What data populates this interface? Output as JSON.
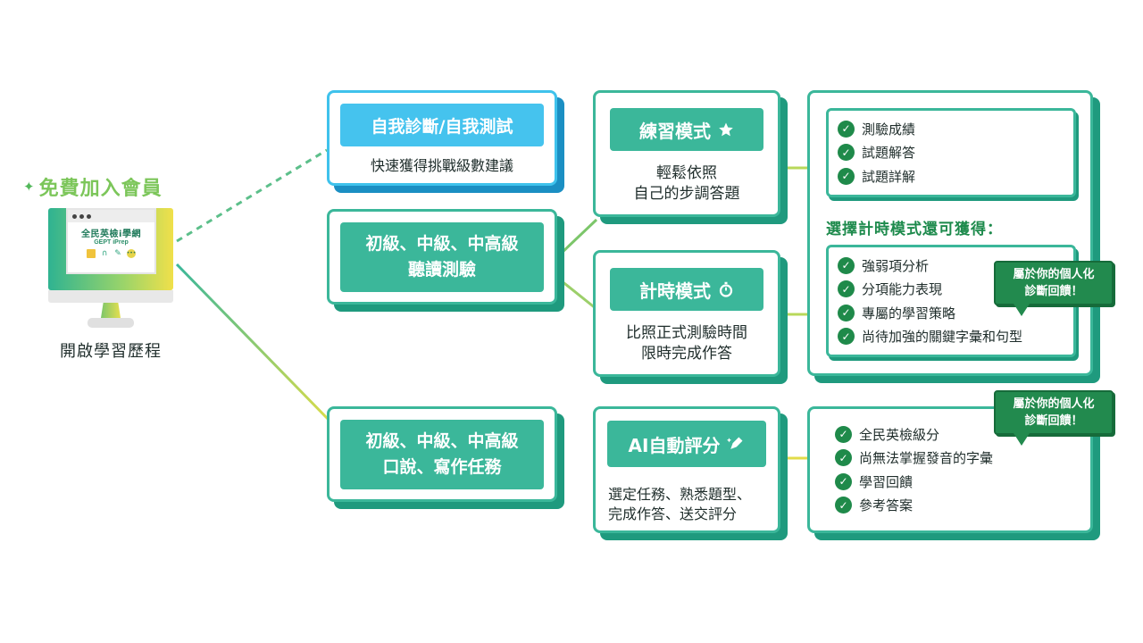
{
  "start": {
    "join_label": "免費加入會員",
    "brand_name": "全民英檢i學網",
    "brand_sub": "GEPT iPrep",
    "label": "開啟學習歷程"
  },
  "self_test": {
    "title": "自我診斷/自我測試",
    "desc": "快速獲得挑戰級數建議"
  },
  "listening_reading": {
    "title_lines": [
      "初級、中級、中高級",
      "聽讀測驗"
    ]
  },
  "speaking_writing": {
    "title_lines": [
      "初級、中級、中高級",
      "口說、寫作任務"
    ]
  },
  "practice_mode": {
    "title": "練習模式",
    "icon": "star-icon",
    "desc_lines": [
      "輕鬆依照",
      "自己的步調答題"
    ]
  },
  "timed_mode": {
    "title": "計時模式",
    "icon": "stopwatch-icon",
    "desc_lines": [
      "比照正式測驗時間",
      "限時完成作答"
    ]
  },
  "ai_scoring": {
    "title": "AI自動評分",
    "icon": "pencil-sparkle-icon",
    "desc_lines": [
      "選定任務、熟悉題型、",
      "完成作答、送交評分"
    ]
  },
  "results_basic": [
    "測驗成績",
    "試題解答",
    "試題詳解"
  ],
  "timed_extra_title": "選擇計時模式還可獲得：",
  "results_timed": [
    "強弱項分析",
    "分項能力表現",
    "專屬的學習策略",
    "尚待加強的關鍵字彙和句型"
  ],
  "results_ai": [
    "全民英檢級分",
    "尚無法掌握發音的字彙",
    "學習回饋",
    "參考答案"
  ],
  "callout": {
    "lines": [
      "屬於你的個人化",
      "診斷回饋！"
    ]
  },
  "colors": {
    "teal": "#3bb79a",
    "teal_shadow": "#1f9a7e",
    "blue": "#45c3ee",
    "blue_shadow": "#1b8fc3",
    "check_green": "#1f8a4a",
    "callout_green": "#228a4e",
    "join_green": "#7cc65a"
  }
}
